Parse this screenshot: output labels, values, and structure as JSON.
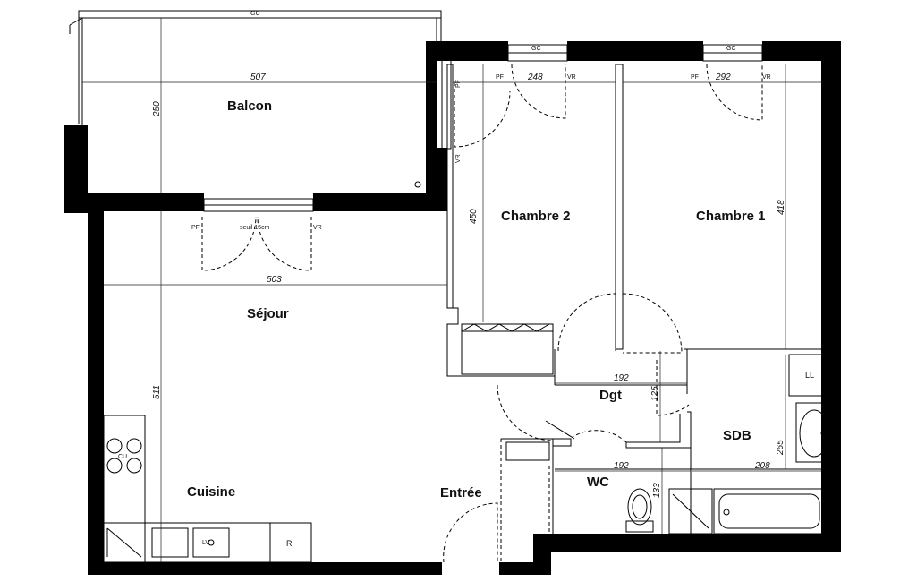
{
  "rooms": {
    "balcon": "Balcon",
    "sejour": "Séjour",
    "chambre2": "Chambre 2",
    "chambre1": "Chambre 1",
    "dgt": "Dgt",
    "sdb": "SDB",
    "wc": "WC",
    "cuisine": "Cuisine",
    "entree": "Entrée"
  },
  "dimensions": {
    "balcon_width": "507",
    "balcon_depth": "250",
    "sejour_width": "503",
    "sejour_depth": "511",
    "chambre2_width": "248",
    "chambre2_depth": "450",
    "chambre1_width": "292",
    "chambre1_depth": "418",
    "dgt_width": "192",
    "dgt_depth": "125",
    "wc_width": "192",
    "wc_depth": "133",
    "sdb_width": "208",
    "sdb_depth": "265"
  },
  "tags": {
    "gc": "GC",
    "pf": "PF",
    "vr": "VR",
    "ll": "LL",
    "r": "R",
    "cu": "CU",
    "lv": "LV",
    "seuil": "seuil 15cm"
  },
  "icons": [
    "door-swing-icon",
    "window-icon",
    "bathtub-icon",
    "toilet-icon",
    "washbasin-icon",
    "cooktop-icon",
    "sink-icon"
  ]
}
